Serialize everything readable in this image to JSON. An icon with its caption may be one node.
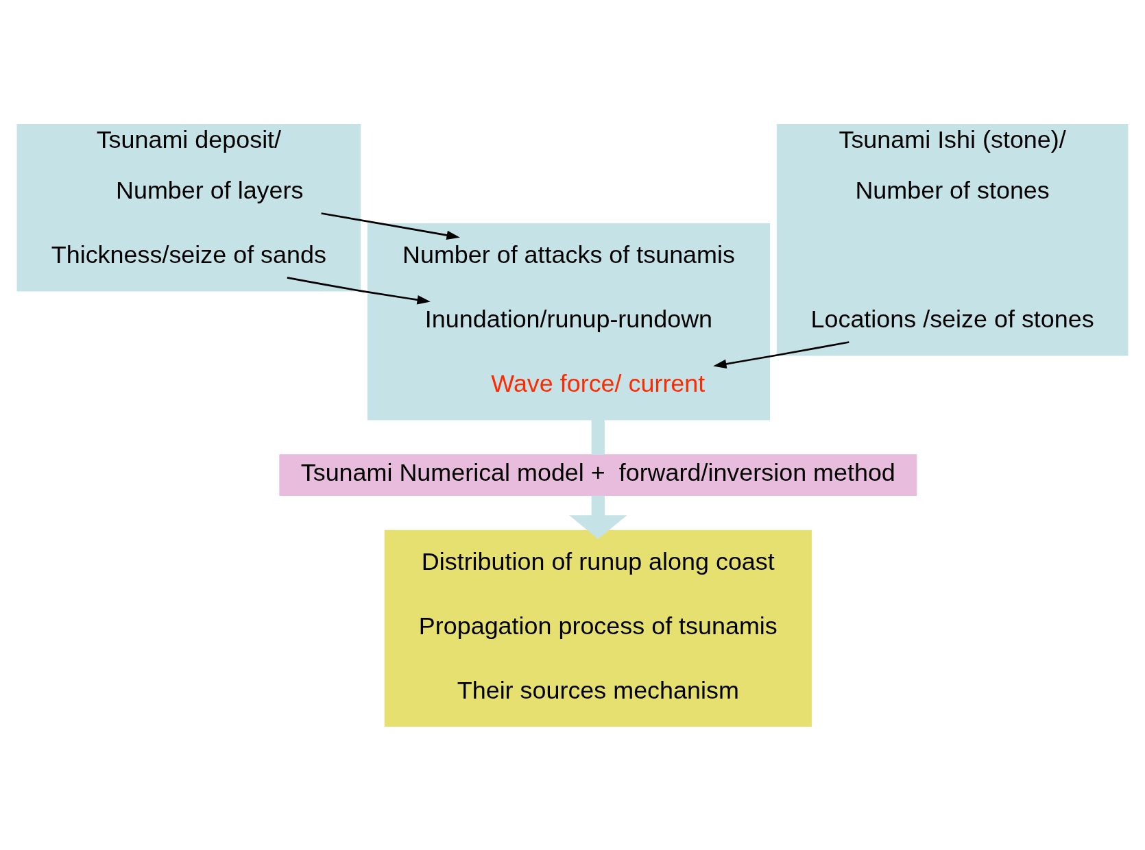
{
  "diagram": {
    "nodes": [
      {
        "text": [
          "Tsunami deposit/"
        ]
      },
      {
        "text": [
          "Number of layers"
        ],
        "in": 0
      },
      {
        "text": [
          "Thickness/seize of sands"
        ],
        "in": 0
      },
      {
        "text": [
          "Tsunami Ishi (stone)/"
        ]
      },
      {
        "text": [
          "Number of stones"
        ],
        "in": 3
      },
      {
        "text": [
          "Locations /seize of stones"
        ],
        "in": 3
      },
      {
        "text": [],
        "shape": "box"
      },
      {
        "text": [
          "Number of attacks of tsunamis"
        ],
        "in": 6
      },
      {
        "text": [
          "Inundation/runup-rundown"
        ],
        "in": 6
      },
      {
        "text": [
          "Wave force/ current"
        ],
        "in": 6
      },
      {
        "text": [
          "Tsunami Numerical model +  forward/inversion method"
        ]
      },
      {
        "text": [],
        "shape": "box"
      },
      {
        "text": [
          "Distribution of runup along coast"
        ],
        "in": 11
      },
      {
        "text": [
          "Propagation process of tsunamis"
        ],
        "in": 11
      },
      {
        "text": [
          "Their sources mechanism"
        ],
        "in": 11
      }
    ],
    "edges": [
      {
        "from": 1,
        "to": 7,
        "arrow": "to"
      },
      {
        "from": 2,
        "to": 8,
        "arrow": "to"
      },
      {
        "from": 5,
        "to": 9,
        "arrow": "to"
      },
      {
        "from": 6,
        "to": 10,
        "arrow": "none",
        "style": "thick",
        "color": "#c5e3e7"
      },
      {
        "from": 10,
        "to": 11,
        "arrow": "to",
        "style": "thick",
        "color": "#c5e3e7"
      }
    ]
  }
}
